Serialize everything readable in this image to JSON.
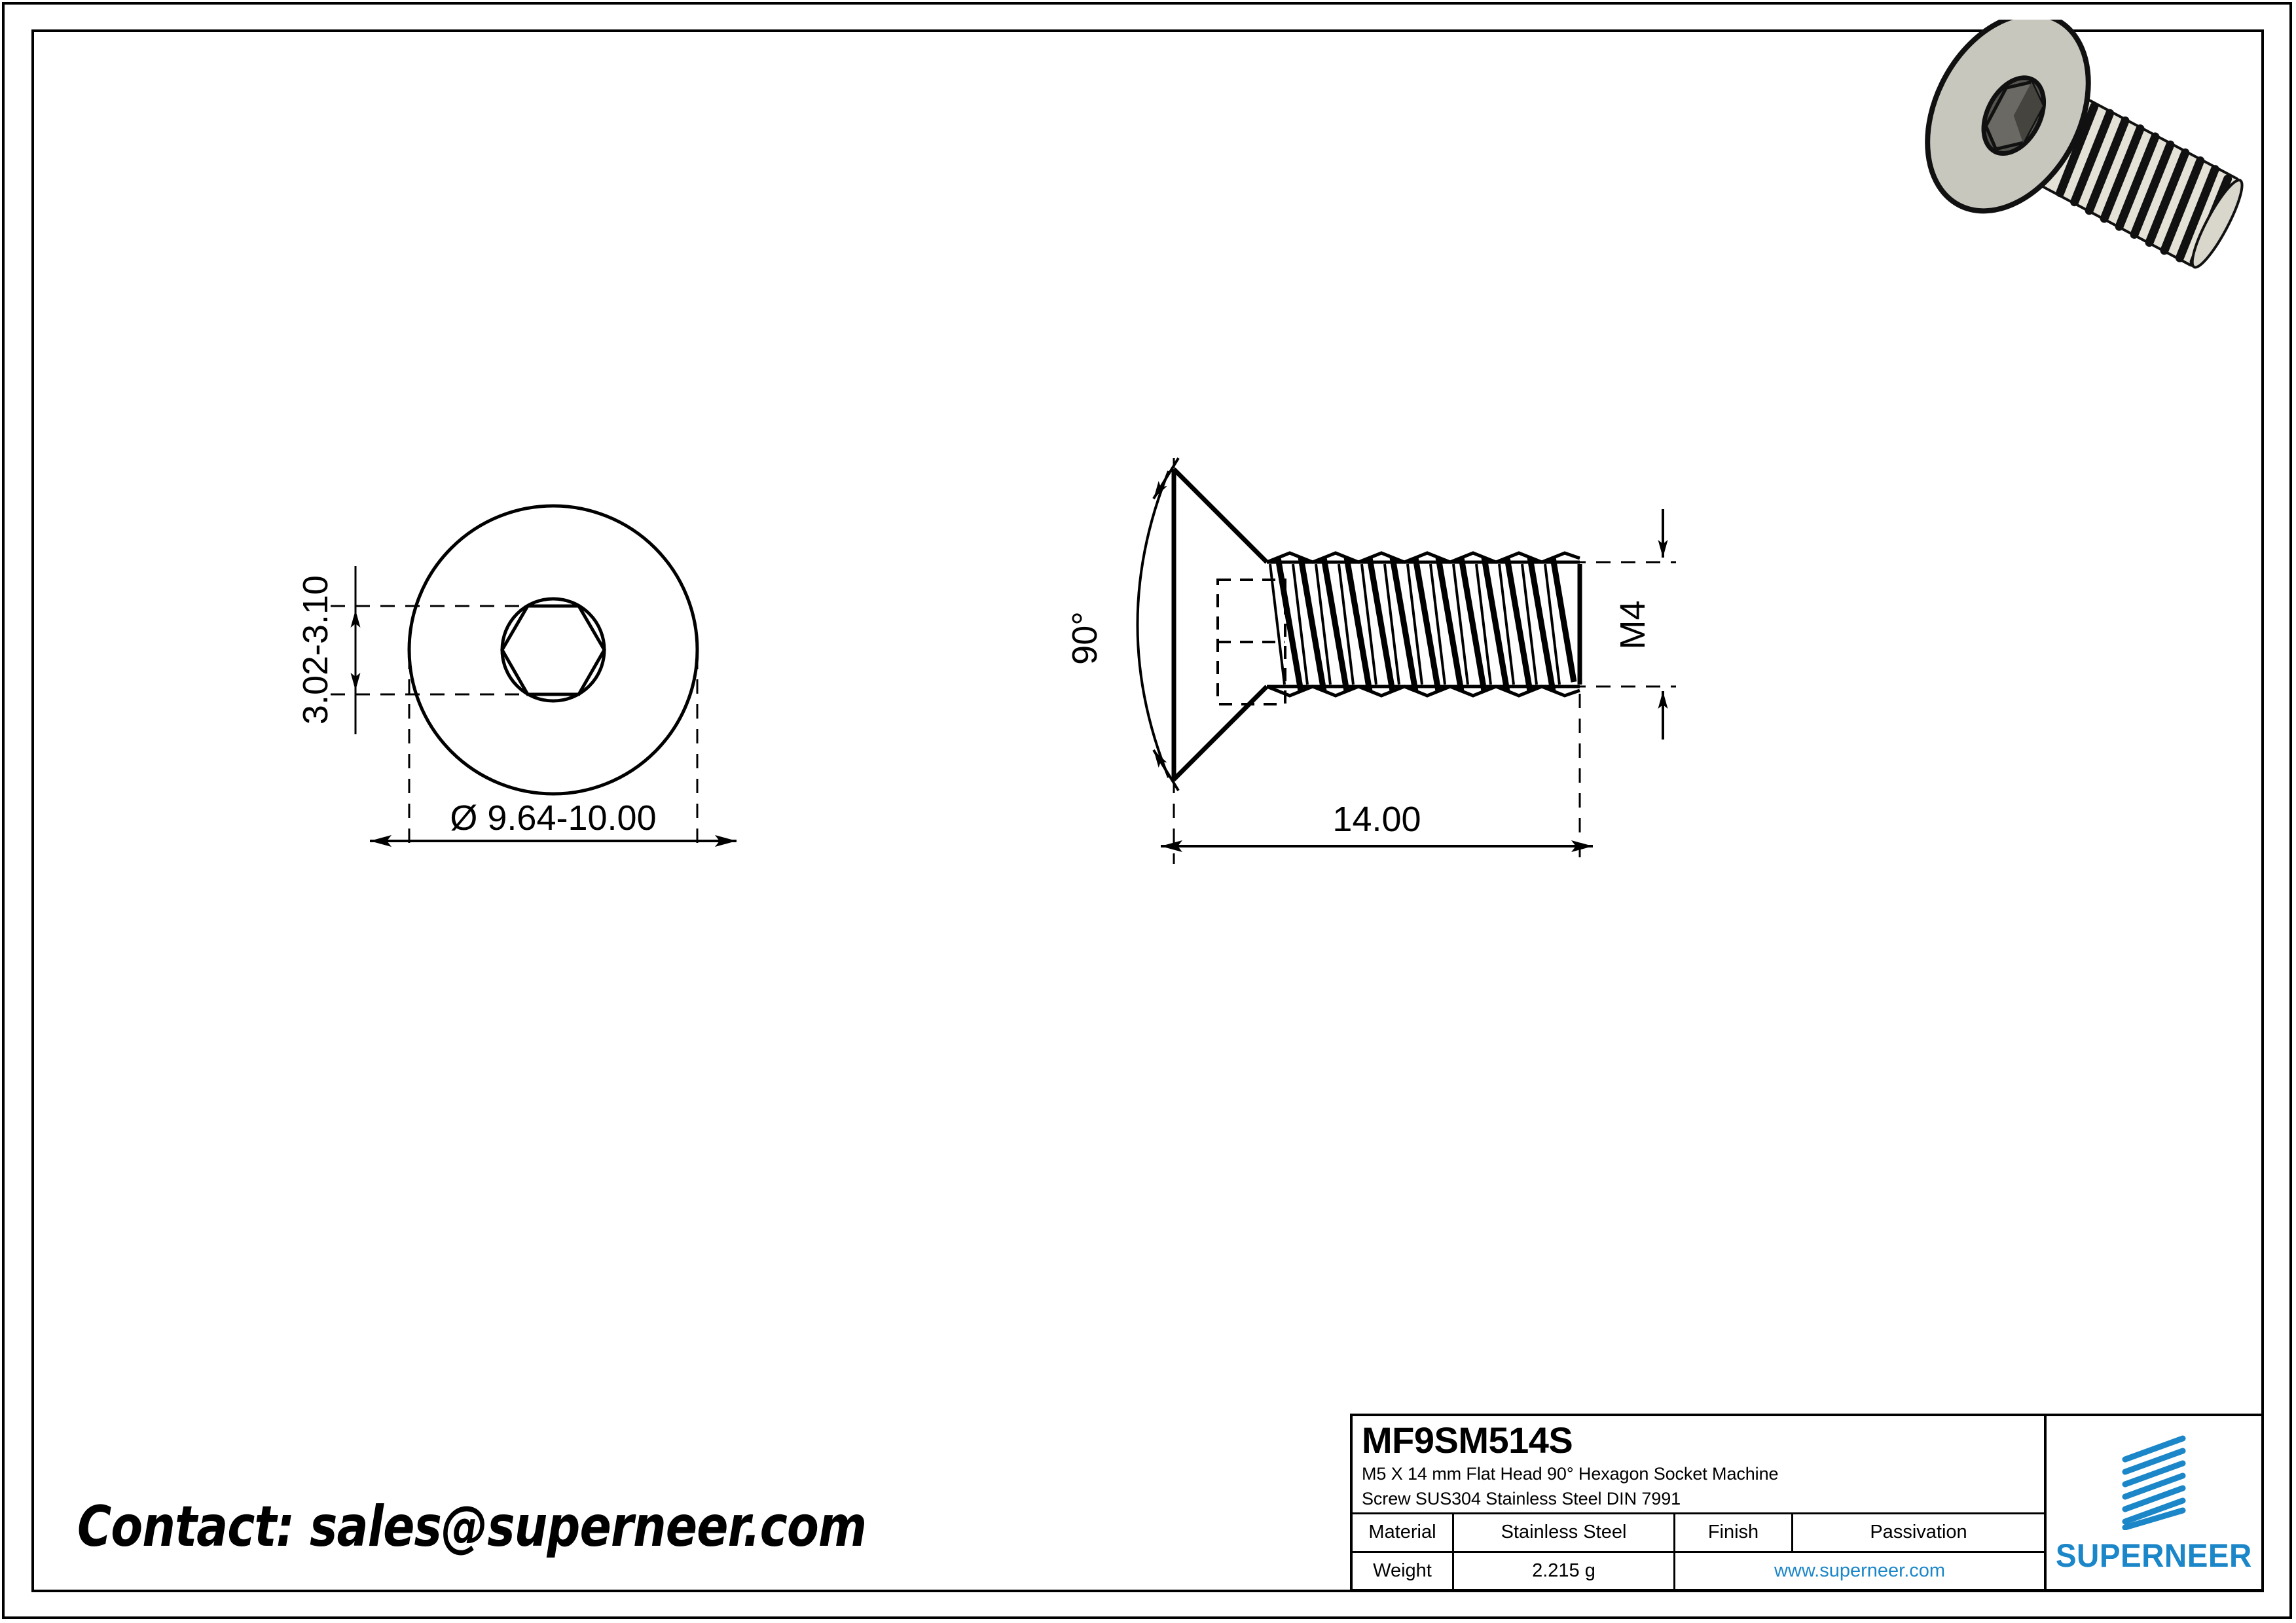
{
  "document": {
    "type": "engineering-drawing",
    "background_color": "#ffffff",
    "line_color": "#000000"
  },
  "contact": {
    "text": "Contact: sales@superneer.com"
  },
  "front_view": {
    "name": "front-view",
    "dimensions": {
      "head_diameter": "Ø 9.64-10.00",
      "head_height": "3.02-3.10"
    }
  },
  "side_view": {
    "name": "side-view",
    "dimensions": {
      "angle": "90°",
      "thread_size": "M4",
      "length": "14.00"
    }
  },
  "render": {
    "name": "isometric-screw-render",
    "head_color": "#c8c7be",
    "socket_color": "#5a5a58",
    "shank_color": "#e4e1d7"
  },
  "title_block": {
    "part_number": "MF9SM514S",
    "description_line1": "M5 X 14 mm  Flat Head 90° Hexagon Socket Machine",
    "description_line2": "Screw SUS304 Stainless Steel DIN 7991",
    "rows": [
      {
        "label": "Material",
        "value": "Stainless Steel",
        "label2": "Finish",
        "value2": "Passivation"
      },
      {
        "label": "Weight",
        "value": "2.215 g",
        "website": "www.superneer.com"
      }
    ],
    "brand": {
      "name": "SUPERNEER",
      "color": "#1b86c8"
    }
  }
}
